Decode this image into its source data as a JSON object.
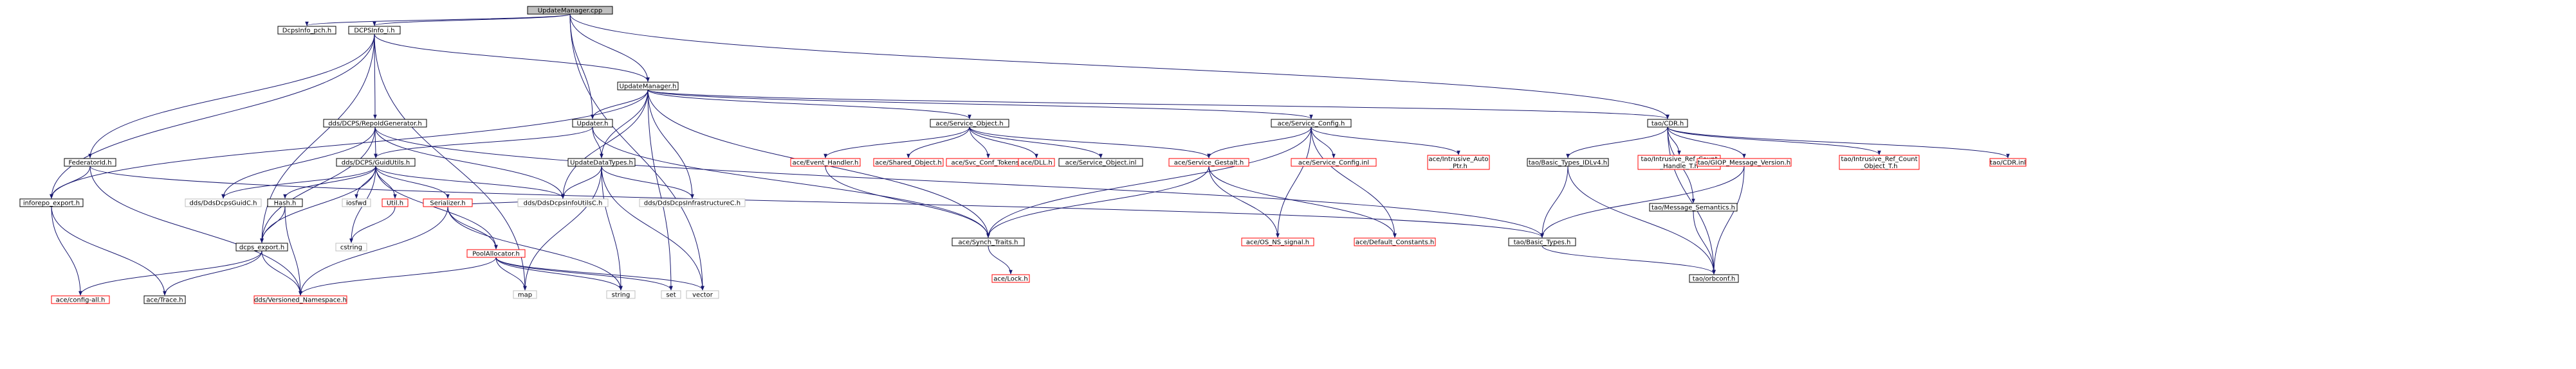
{
  "graph": {
    "colors": {
      "background": "#ffffff",
      "node_border_black": "#000000",
      "node_border_red": "#ff0000",
      "node_border_gray": "#bfbfbf",
      "root_fill": "#bfbfbf",
      "edge": "#191970",
      "text": "#000000"
    },
    "nodes": [
      {
        "id": "root",
        "label": "UpdateManager.cpp",
        "style": "root"
      },
      {
        "id": "dcpsinfo_pch",
        "label": "DcpsInfo_pch.h",
        "style": "black"
      },
      {
        "id": "dcpsinfo_i",
        "label": "DCPSInfo_i.h",
        "style": "black"
      },
      {
        "id": "updatemanager_h",
        "label": "UpdateManager.h",
        "style": "black"
      },
      {
        "id": "rgen",
        "label": "dds/DCPS/RepoIdGenerator.h",
        "style": "black"
      },
      {
        "id": "federatorid",
        "label": "FederatorId.h",
        "style": "black"
      },
      {
        "id": "inforepo_export",
        "label": "inforepo_export.h",
        "style": "black"
      },
      {
        "id": "updater",
        "label": "Updater.h",
        "style": "black"
      },
      {
        "id": "updatedatatypes",
        "label": "UpdateDataTypes.h",
        "style": "black"
      },
      {
        "id": "guidutils",
        "label": "dds/DCPS/GuidUtils.h",
        "style": "black"
      },
      {
        "id": "svc_obj",
        "label": "ace/Service_Object.h",
        "style": "black"
      },
      {
        "id": "svc_cfg",
        "label": "ace/Service_Config.h",
        "style": "black"
      },
      {
        "id": "tao_cdr",
        "label": "tao/CDR.h",
        "style": "black"
      },
      {
        "id": "ddsguidc",
        "label": "dds/DdsDcpsGuidC.h",
        "style": "gray"
      },
      {
        "id": "hash",
        "label": "Hash.h",
        "style": "black"
      },
      {
        "id": "iosfwd",
        "label": "iosfwd",
        "style": "gray"
      },
      {
        "id": "util",
        "label": "Util.h",
        "style": "red"
      },
      {
        "id": "serializer",
        "label": "Serializer.h",
        "style": "red"
      },
      {
        "id": "ddsinfoutils",
        "label": "dds/DdsDcpsInfoUtilsC.h",
        "style": "gray"
      },
      {
        "id": "ddsinfracore",
        "label": "dds/DdsDcpsInfrastructureC.h",
        "style": "gray"
      },
      {
        "id": "evh",
        "label": "ace/Event_Handler.h",
        "style": "red"
      },
      {
        "id": "shobj",
        "label": "ace/Shared_Object.h",
        "style": "red"
      },
      {
        "id": "svcconftok",
        "label": "ace/Svc_Conf_Tokens.h",
        "style": "red"
      },
      {
        "id": "dll",
        "label": "ace/DLL.h",
        "style": "red"
      },
      {
        "id": "svcobjinl",
        "label": "ace/Service_Object.inl",
        "style": "black"
      },
      {
        "id": "gestalt",
        "label": "ace/Service_Gestalt.h",
        "style": "red"
      },
      {
        "id": "svccfginl",
        "label": "ace/Service_Config.inl",
        "style": "red"
      },
      {
        "id": "intrauto",
        "label": "ace/Intrusive_Auto\n_Ptr.h",
        "style": "red"
      },
      {
        "id": "cstring",
        "label": "cstring",
        "style": "gray"
      },
      {
        "id": "dcps_export",
        "label": "dcps_export.h",
        "style": "black"
      },
      {
        "id": "poolalloc",
        "label": "PoolAllocator.h",
        "style": "red"
      },
      {
        "id": "synch",
        "label": "ace/Synch_Traits.h",
        "style": "black"
      },
      {
        "id": "lock",
        "label": "ace/Lock.h",
        "style": "red"
      },
      {
        "id": "osns",
        "label": "ace/OS_NS_signal.h",
        "style": "red"
      },
      {
        "id": "defconst",
        "label": "ace/Default_Constants.h",
        "style": "red"
      },
      {
        "id": "basic_idl",
        "label": "tao/Basic_Types_IDLv4.h",
        "style": "black"
      },
      {
        "id": "basic_types",
        "label": "tao/Basic_Types.h",
        "style": "black"
      },
      {
        "id": "intrrefh",
        "label": "tao/Intrusive_Ref_Count\n_Handle_T.h",
        "style": "red"
      },
      {
        "id": "giop",
        "label": "tao/GIOP_Message_Version.h",
        "style": "red"
      },
      {
        "id": "intrrefo",
        "label": "tao/Intrusive_Ref_Count\n_Object_T.h",
        "style": "red"
      },
      {
        "id": "cdrinl",
        "label": "tao/CDR.inl",
        "style": "red"
      },
      {
        "id": "msgsem",
        "label": "tao/Message_Semantics.h",
        "style": "black"
      },
      {
        "id": "orbconf",
        "label": "tao/orbconf.h",
        "style": "black"
      },
      {
        "id": "configall",
        "label": "ace/config-all.h",
        "style": "red"
      },
      {
        "id": "trace",
        "label": "ace/Trace.h",
        "style": "black"
      },
      {
        "id": "vns",
        "label": "dds/Versioned_Namespace.h",
        "style": "red"
      },
      {
        "id": "map",
        "label": "map",
        "style": "gray"
      },
      {
        "id": "string",
        "label": "string",
        "style": "gray"
      },
      {
        "id": "set",
        "label": "set",
        "style": "gray"
      },
      {
        "id": "vector",
        "label": "vector",
        "style": "gray"
      }
    ]
  }
}
